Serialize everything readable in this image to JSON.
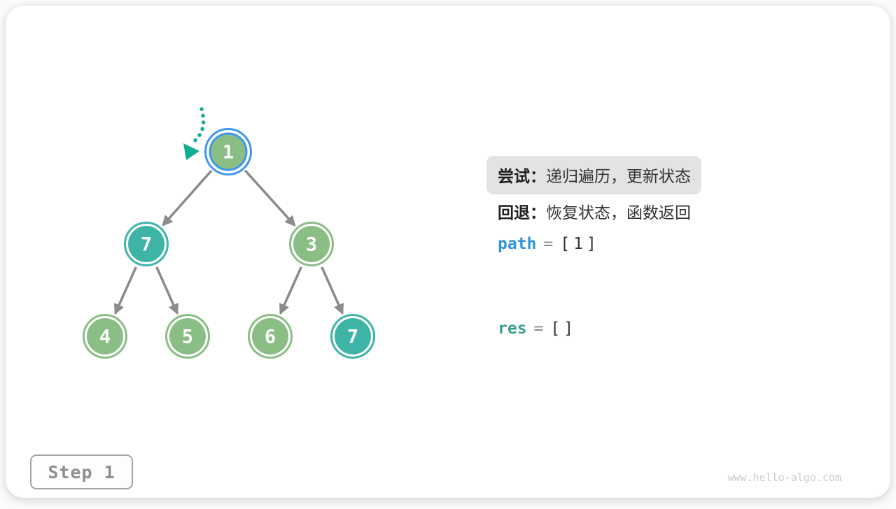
{
  "page": {
    "watermark": "www.hello-algo.com"
  },
  "step_badge": {
    "label": "Step 1"
  },
  "panel": {
    "try_label": "尝试：",
    "try_text": "递归遍历，更新状态",
    "backtrack_label": "回退：",
    "backtrack_text": "恢复状态，函数返回",
    "path_var": "path",
    "path_eq": "=",
    "path_value": "[1]",
    "res_var": "res",
    "res_eq": "=",
    "res_value": "[]"
  },
  "tree": {
    "description": "binary tree, root highlighted as current node being tried",
    "nodes": [
      {
        "value": "1",
        "color": "green",
        "state": "active-current"
      },
      {
        "value": "7",
        "color": "teal",
        "state": "normal"
      },
      {
        "value": "3",
        "color": "green",
        "state": "normal"
      },
      {
        "value": "4",
        "color": "green",
        "state": "normal"
      },
      {
        "value": "5",
        "color": "green",
        "state": "normal"
      },
      {
        "value": "6",
        "color": "green",
        "state": "normal"
      },
      {
        "value": "7",
        "color": "teal",
        "state": "normal"
      }
    ],
    "edges": [
      {
        "from": 0,
        "to": 1
      },
      {
        "from": 0,
        "to": 2
      },
      {
        "from": 1,
        "to": 3
      },
      {
        "from": 1,
        "to": 4
      },
      {
        "from": 2,
        "to": 5
      },
      {
        "from": 2,
        "to": 6
      }
    ]
  },
  "colors": {
    "node_green": "#8abe85",
    "node_teal": "#3eb4a6",
    "active_ring_blue": "#3e97ef",
    "edge_gray": "#8b8b8b",
    "traversal_arrow_teal": "#0fae8e",
    "path_var_blue": "#2e96d6",
    "res_var_teal": "#3a9e8f",
    "highlight_bg": "#e3e3e4"
  }
}
